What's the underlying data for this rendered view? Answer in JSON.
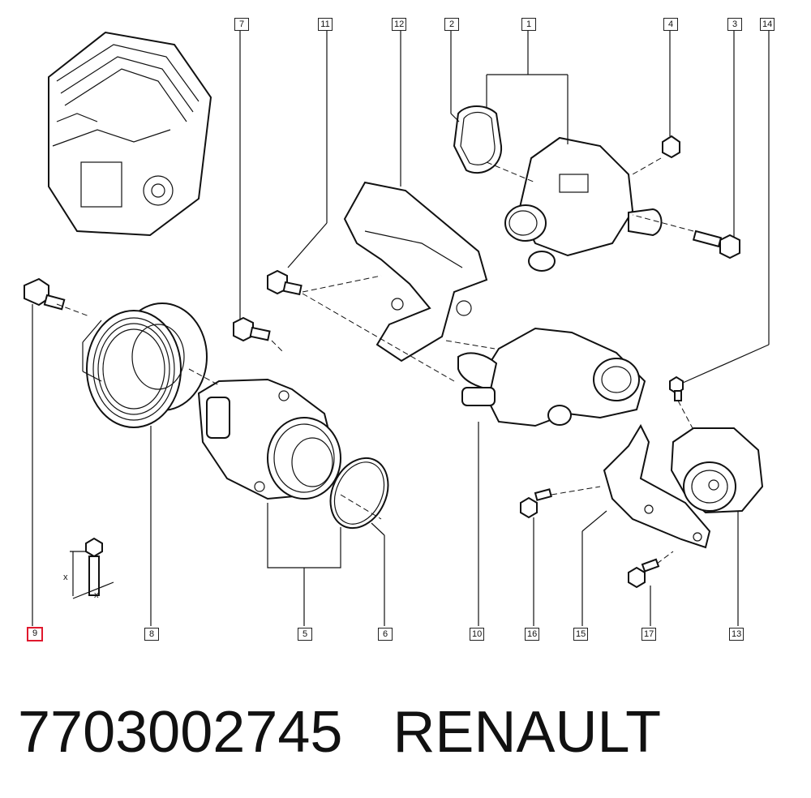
{
  "callouts": {
    "c1": "1",
    "c2": "2",
    "c3": "3",
    "c4": "4",
    "c5": "5",
    "c6": "6",
    "c7": "7",
    "c8": "8",
    "c9": "9",
    "c10": "10",
    "c11": "11",
    "c12": "12",
    "c13": "13",
    "c14": "14",
    "c15": "15",
    "c16": "16",
    "c17": "17"
  },
  "dimension_marks": {
    "x1": "x",
    "x2": "x"
  },
  "footer": {
    "part_number": "7703002745",
    "brand": "RENAULT"
  },
  "colors": {
    "highlight": "#e0182d",
    "line": "#111111",
    "background": "#ffffff"
  }
}
